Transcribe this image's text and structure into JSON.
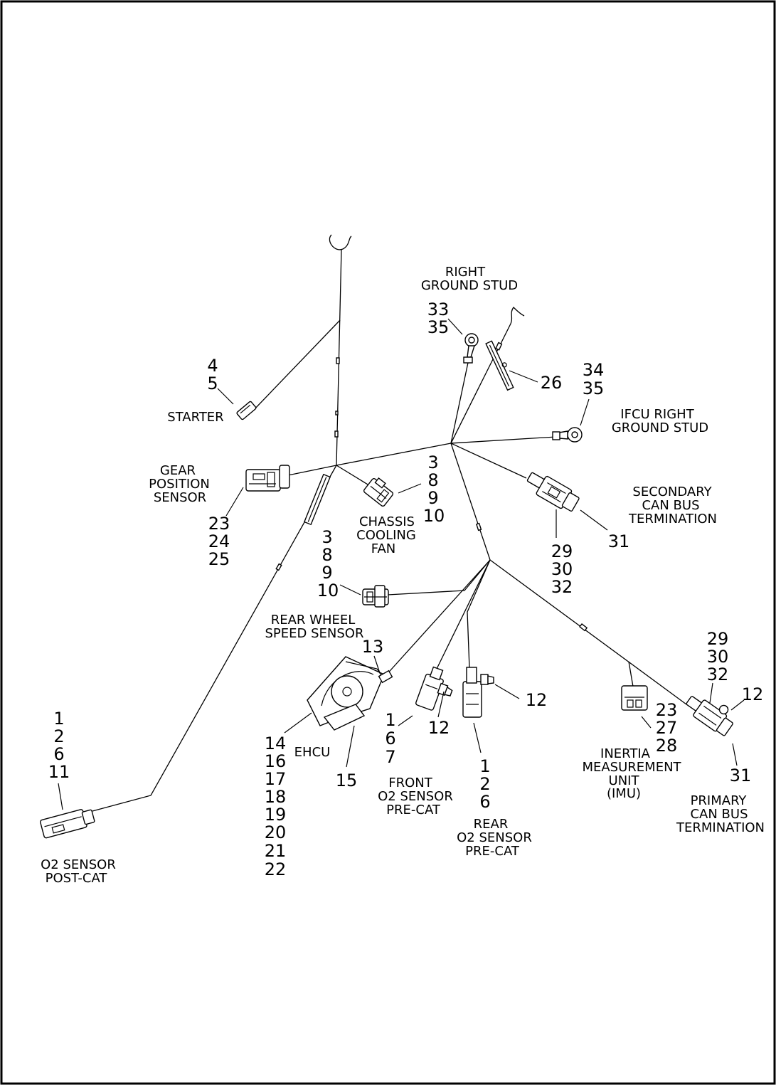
{
  "labels": {
    "starter": [
      "STARTER"
    ],
    "gear_position_sensor": [
      "GEAR",
      "POSITION",
      "SENSOR"
    ],
    "chassis_cooling_fan": [
      "CHASSIS",
      "COOLING",
      "FAN"
    ],
    "right_ground_stud": [
      "RIGHT",
      "GROUND STUD"
    ],
    "ifcu_right_ground_stud": [
      "IFCU RIGHT",
      "GROUND STUD"
    ],
    "secondary_can_bus_termination": [
      "SECONDARY",
      "CAN BUS",
      "TERMINATION"
    ],
    "rear_wheel_speed_sensor": [
      "REAR WHEEL",
      "SPEED SENSOR"
    ],
    "ehcu": [
      "EHCU"
    ],
    "front_o2_sensor_pre_cat": [
      "FRONT",
      "O2 SENSOR",
      "PRE-CAT"
    ],
    "rear_o2_sensor_pre_cat": [
      "REAR",
      "O2 SENSOR",
      "PRE-CAT"
    ],
    "inertia_measurement_unit": [
      "INERTIA",
      "MEASUREMENT",
      "UNIT",
      "(IMU)"
    ],
    "primary_can_bus_termination": [
      "PRIMARY",
      "CAN BUS",
      "TERMINATION"
    ],
    "o2_sensor_post_cat": [
      "O2 SENSOR",
      "POST-CAT"
    ]
  },
  "callouts": {
    "starter": [
      "4",
      "5"
    ],
    "gear_position_sensor": [
      "23",
      "24",
      "25"
    ],
    "chassis_cooling_fan": [
      "3",
      "8",
      "9",
      "10"
    ],
    "right_ground_stud": [
      "33",
      "35"
    ],
    "clip": [
      "26"
    ],
    "ifcu_right_ground_stud": [
      "34",
      "35"
    ],
    "secondary_can_bus_connector": [
      "29",
      "30",
      "32"
    ],
    "secondary_can_bus_termination": [
      "31"
    ],
    "rear_wheel_speed_sensor": [
      "3",
      "8",
      "9",
      "10"
    ],
    "ehcu_connector": [
      "13"
    ],
    "ehcu": [
      "14",
      "16",
      "17",
      "18",
      "19",
      "20",
      "21",
      "22"
    ],
    "ehcu_bracket": [
      "15"
    ],
    "front_o2_connector": [
      "1",
      "6",
      "7"
    ],
    "front_o2_sensor": [
      "12"
    ],
    "rear_o2_connector": [
      "1",
      "2",
      "6"
    ],
    "rear_o2_sensor": [
      "12"
    ],
    "imu": [
      "23",
      "27",
      "28"
    ],
    "primary_can_bus_connector": [
      "29",
      "30",
      "32"
    ],
    "primary_can_bus_sensor": [
      "12"
    ],
    "primary_can_bus_termination": [
      "31"
    ],
    "o2_sensor_post_cat": [
      "1",
      "2",
      "6",
      "11"
    ]
  }
}
